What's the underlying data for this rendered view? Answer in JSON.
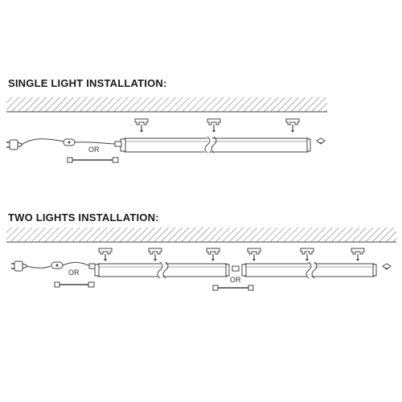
{
  "sections": {
    "single": {
      "title": "SINGLE LIGHT INSTALLATION:"
    },
    "two": {
      "title": "TWO LIGHTS INSTALLATION:"
    }
  },
  "labels": {
    "or": "OR"
  },
  "colors": {
    "line": "#444444",
    "hatch": "#666666",
    "fill": "#ffffff"
  },
  "icons": [
    "plug-icon",
    "inline-switch-icon",
    "mounting-clip-icon",
    "screw-icon",
    "end-cap-icon",
    "linking-connector-icon"
  ]
}
